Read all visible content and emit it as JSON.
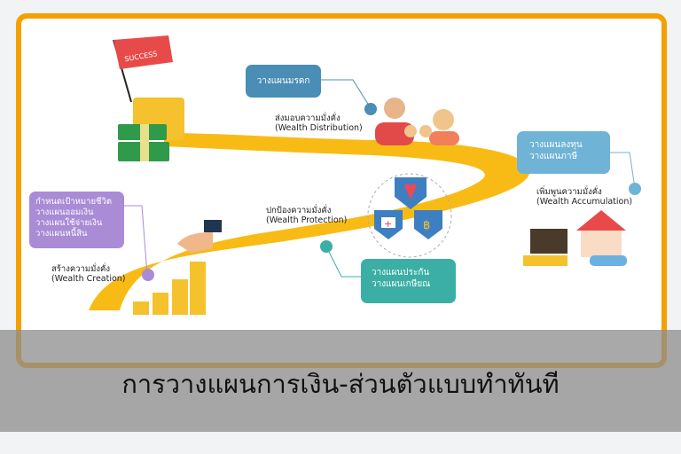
{
  "diagram": {
    "boxes": {
      "legacy": "วางแผนมรดก",
      "invest_line1": "วางแผนลงทุน",
      "invest_line2": "วางแผนภาษี",
      "creation_line1": "กำหนดเป้าหมายชีวิต",
      "creation_line2": "วางแผนออมเงิน",
      "creation_line3": "วางแผนใช้จ่ายเงิน",
      "creation_line4": "วางแผนหนี้สิน",
      "protect_line1": "วางแผนประกัน",
      "protect_line2": "วางแผนเกษียณ"
    },
    "stages": {
      "distribution_th": "ส่งมอบความมั่งคั่ง",
      "distribution_en": "(Wealth Distribution)",
      "accumulation_th": "เพิ่มพูนความมั่งคั่ง",
      "accumulation_en": "(Wealth Accumulation)",
      "protection_th": "ปกป้องความมั่งคั่ง",
      "protection_en": "(Wealth Protection)",
      "creation_th": "สร้างความมั่งคั่ง",
      "creation_en": "(Wealth Creation)"
    },
    "flag_text": "SUCCESS"
  },
  "caption": "การวางแผนการเงิน-ส่วนตัวแบบทำทันที",
  "colors": {
    "frame": "#f5a000",
    "road": "#f8bb16",
    "legacy": "#4a8db5",
    "invest": "#6fb3d6",
    "creation": "#a98bd6",
    "protect": "#3bafa5"
  }
}
